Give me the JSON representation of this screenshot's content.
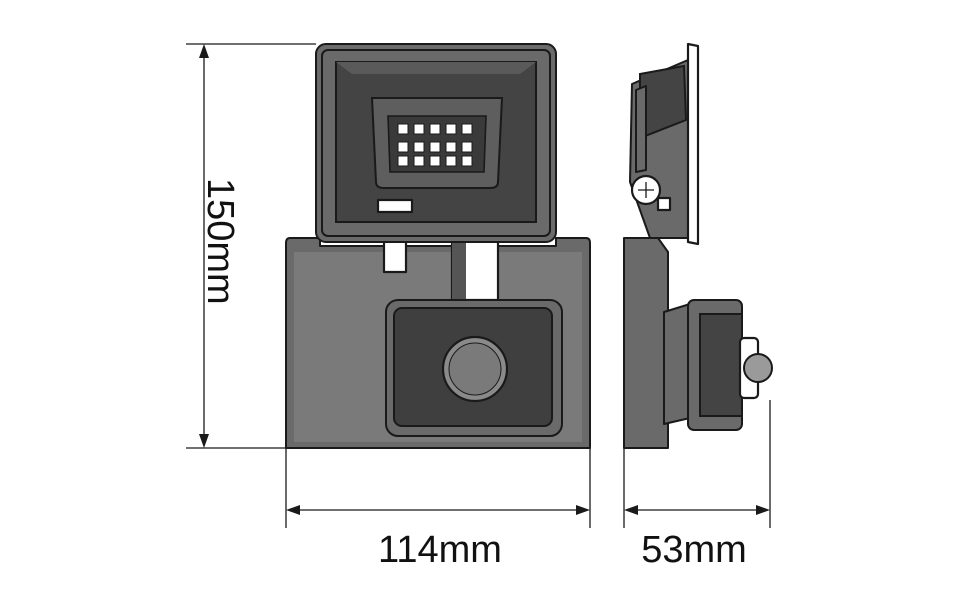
{
  "dimensions": {
    "height_label": "150mm",
    "width_label": "114mm",
    "depth_label": "53mm"
  },
  "colors": {
    "body": "#6a6a6a",
    "line": "#1a1a1a",
    "background": "#ffffff"
  }
}
